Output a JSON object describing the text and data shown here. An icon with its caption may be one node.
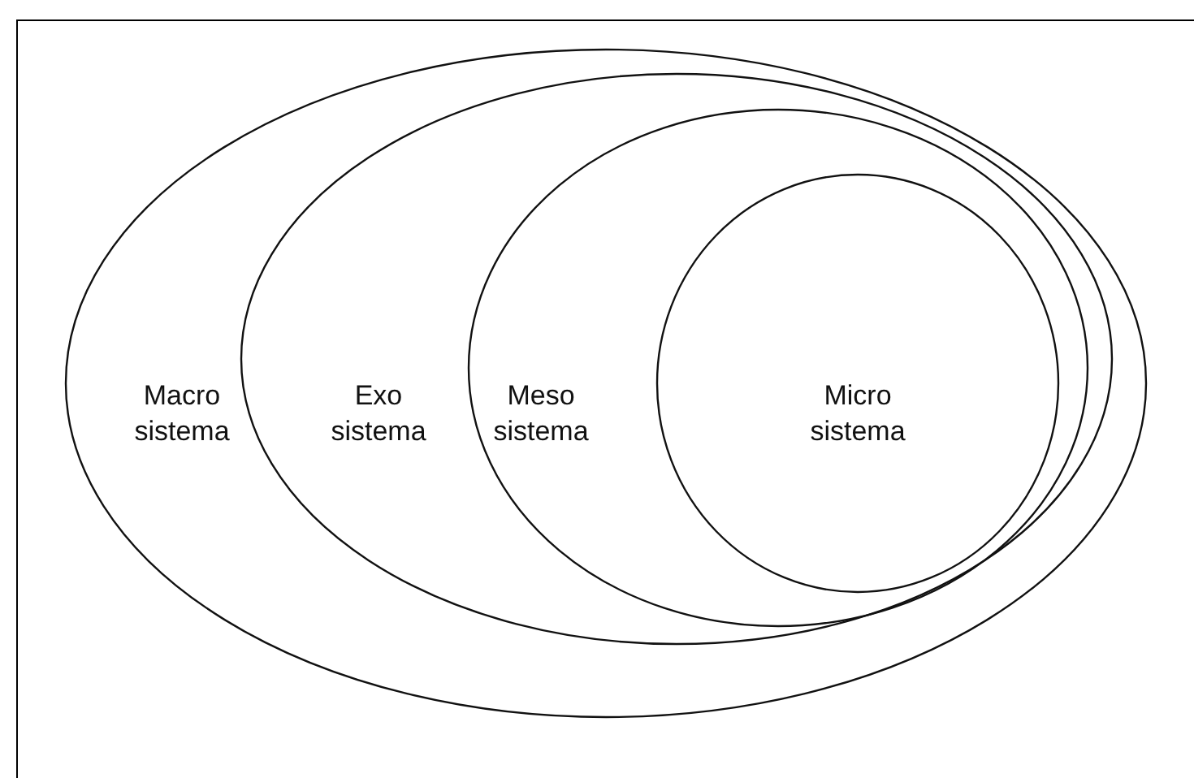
{
  "diagram": {
    "nodes": [
      {
        "text": [
          "Macro sistema"
        ]
      },
      {
        "text": [
          "Exo sistema"
        ],
        "in": 0
      },
      {
        "text": [
          "Meso sistema"
        ],
        "in": 1
      },
      {
        "text": [
          "Micro sistema"
        ],
        "in": 2
      }
    ]
  }
}
